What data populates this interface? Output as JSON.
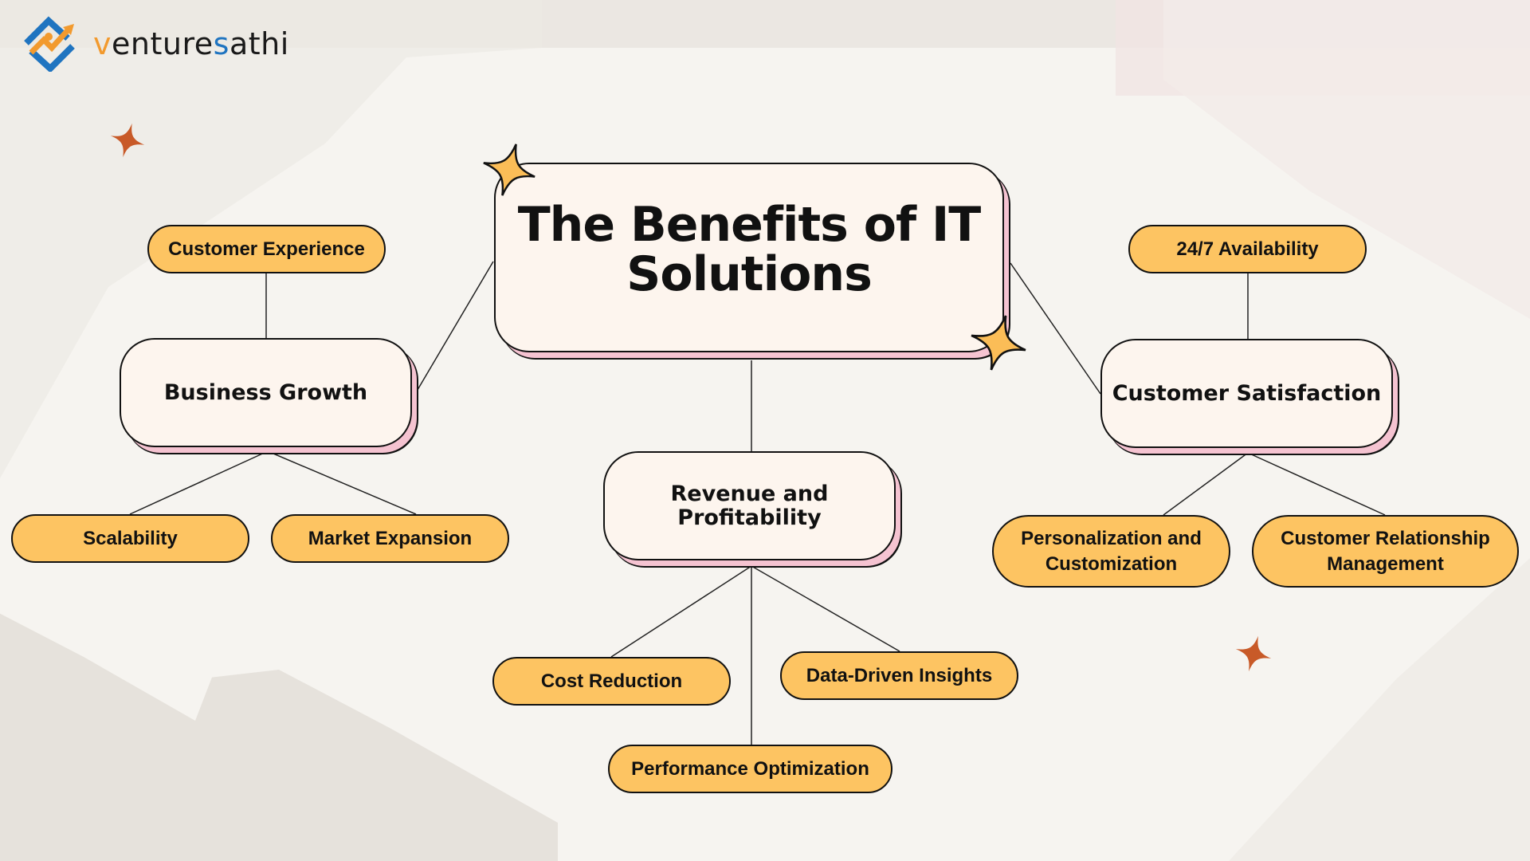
{
  "brand": {
    "name_prefix": "v",
    "name_mid": "enture",
    "name_accent": "s",
    "name_suffix": "athi",
    "full_name": "venturesathi",
    "colors": {
      "blue": "#1f74c0",
      "orange": "#f29a2e"
    }
  },
  "title": {
    "line1": "The Benefits of IT",
    "line2": "Solutions"
  },
  "branches": {
    "business_growth": {
      "label": "Business Growth",
      "top": "Customer Experience",
      "children": [
        "Scalability",
        "Market Expansion"
      ]
    },
    "revenue": {
      "label_line1": "Revenue and",
      "label_line2": "Profitability",
      "children": [
        "Cost Reduction",
        "Data-Driven Insights",
        "Performance Optimization"
      ]
    },
    "customer_satisfaction": {
      "label": "Customer Satisfaction",
      "top": "24/7 Availability",
      "children": [
        {
          "line1": "Personalization and",
          "line2": "Customization"
        },
        {
          "line1": "Customer Relationship",
          "line2": "Management"
        }
      ]
    }
  },
  "colors": {
    "pill_fill": "#fdc462",
    "box_fill": "#fdf5ee",
    "box_shadow": "#f5c3d1",
    "sparkle_orange": "#c85a28",
    "sparkle_yellow": "#fbbd57",
    "background": "#f6f4f0"
  }
}
